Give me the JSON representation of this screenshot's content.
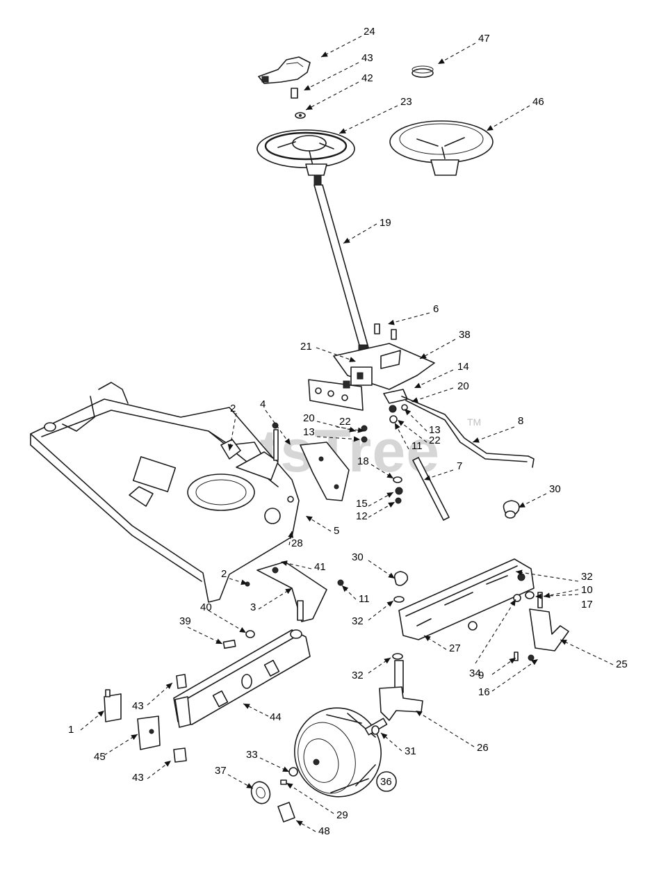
{
  "watermark": {
    "brand": "PartsTree",
    "trademark": "TM"
  },
  "callouts": [
    {
      "id": "c24",
      "label": "24"
    },
    {
      "id": "c47",
      "label": "47"
    },
    {
      "id": "c43a",
      "label": "43"
    },
    {
      "id": "c42",
      "label": "42"
    },
    {
      "id": "c23",
      "label": "23"
    },
    {
      "id": "c46",
      "label": "46"
    },
    {
      "id": "c19",
      "label": "19"
    },
    {
      "id": "c6",
      "label": "6"
    },
    {
      "id": "c21",
      "label": "21"
    },
    {
      "id": "c38",
      "label": "38"
    },
    {
      "id": "c14",
      "label": "14"
    },
    {
      "id": "c20a",
      "label": "20"
    },
    {
      "id": "c20b",
      "label": "20"
    },
    {
      "id": "c22a",
      "label": "22"
    },
    {
      "id": "c13a",
      "label": "13"
    },
    {
      "id": "c13b",
      "label": "13"
    },
    {
      "id": "c22b",
      "label": "22"
    },
    {
      "id": "c11a",
      "label": "11"
    },
    {
      "id": "c8",
      "label": "8"
    },
    {
      "id": "c18",
      "label": "18"
    },
    {
      "id": "c7",
      "label": "7"
    },
    {
      "id": "c15",
      "label": "15"
    },
    {
      "id": "c12",
      "label": "12"
    },
    {
      "id": "c2a",
      "label": "2"
    },
    {
      "id": "c4",
      "label": "4"
    },
    {
      "id": "c5",
      "label": "5"
    },
    {
      "id": "c28",
      "label": "28"
    },
    {
      "id": "c41",
      "label": "41"
    },
    {
      "id": "c2b",
      "label": "2"
    },
    {
      "id": "c3",
      "label": "3"
    },
    {
      "id": "c11b",
      "label": "11"
    },
    {
      "id": "c30a",
      "label": "30"
    },
    {
      "id": "c30b",
      "label": "30"
    },
    {
      "id": "c32a",
      "label": "32"
    },
    {
      "id": "c10",
      "label": "10"
    },
    {
      "id": "c17",
      "label": "17"
    },
    {
      "id": "c32b",
      "label": "32"
    },
    {
      "id": "c27",
      "label": "27"
    },
    {
      "id": "c34",
      "label": "34"
    },
    {
      "id": "c25",
      "label": "25"
    },
    {
      "id": "c9",
      "label": "9"
    },
    {
      "id": "c16",
      "label": "16"
    },
    {
      "id": "c32c",
      "label": "32"
    },
    {
      "id": "c40",
      "label": "40"
    },
    {
      "id": "c39",
      "label": "39"
    },
    {
      "id": "c43b",
      "label": "43"
    },
    {
      "id": "c44",
      "label": "44"
    },
    {
      "id": "c1",
      "label": "1"
    },
    {
      "id": "c45",
      "label": "45"
    },
    {
      "id": "c43c",
      "label": "43"
    },
    {
      "id": "c26",
      "label": "26"
    },
    {
      "id": "c31",
      "label": "31"
    },
    {
      "id": "c33",
      "label": "33"
    },
    {
      "id": "c37",
      "label": "37"
    },
    {
      "id": "c36",
      "label": "36"
    },
    {
      "id": "c29",
      "label": "29"
    },
    {
      "id": "c48",
      "label": "48"
    }
  ]
}
